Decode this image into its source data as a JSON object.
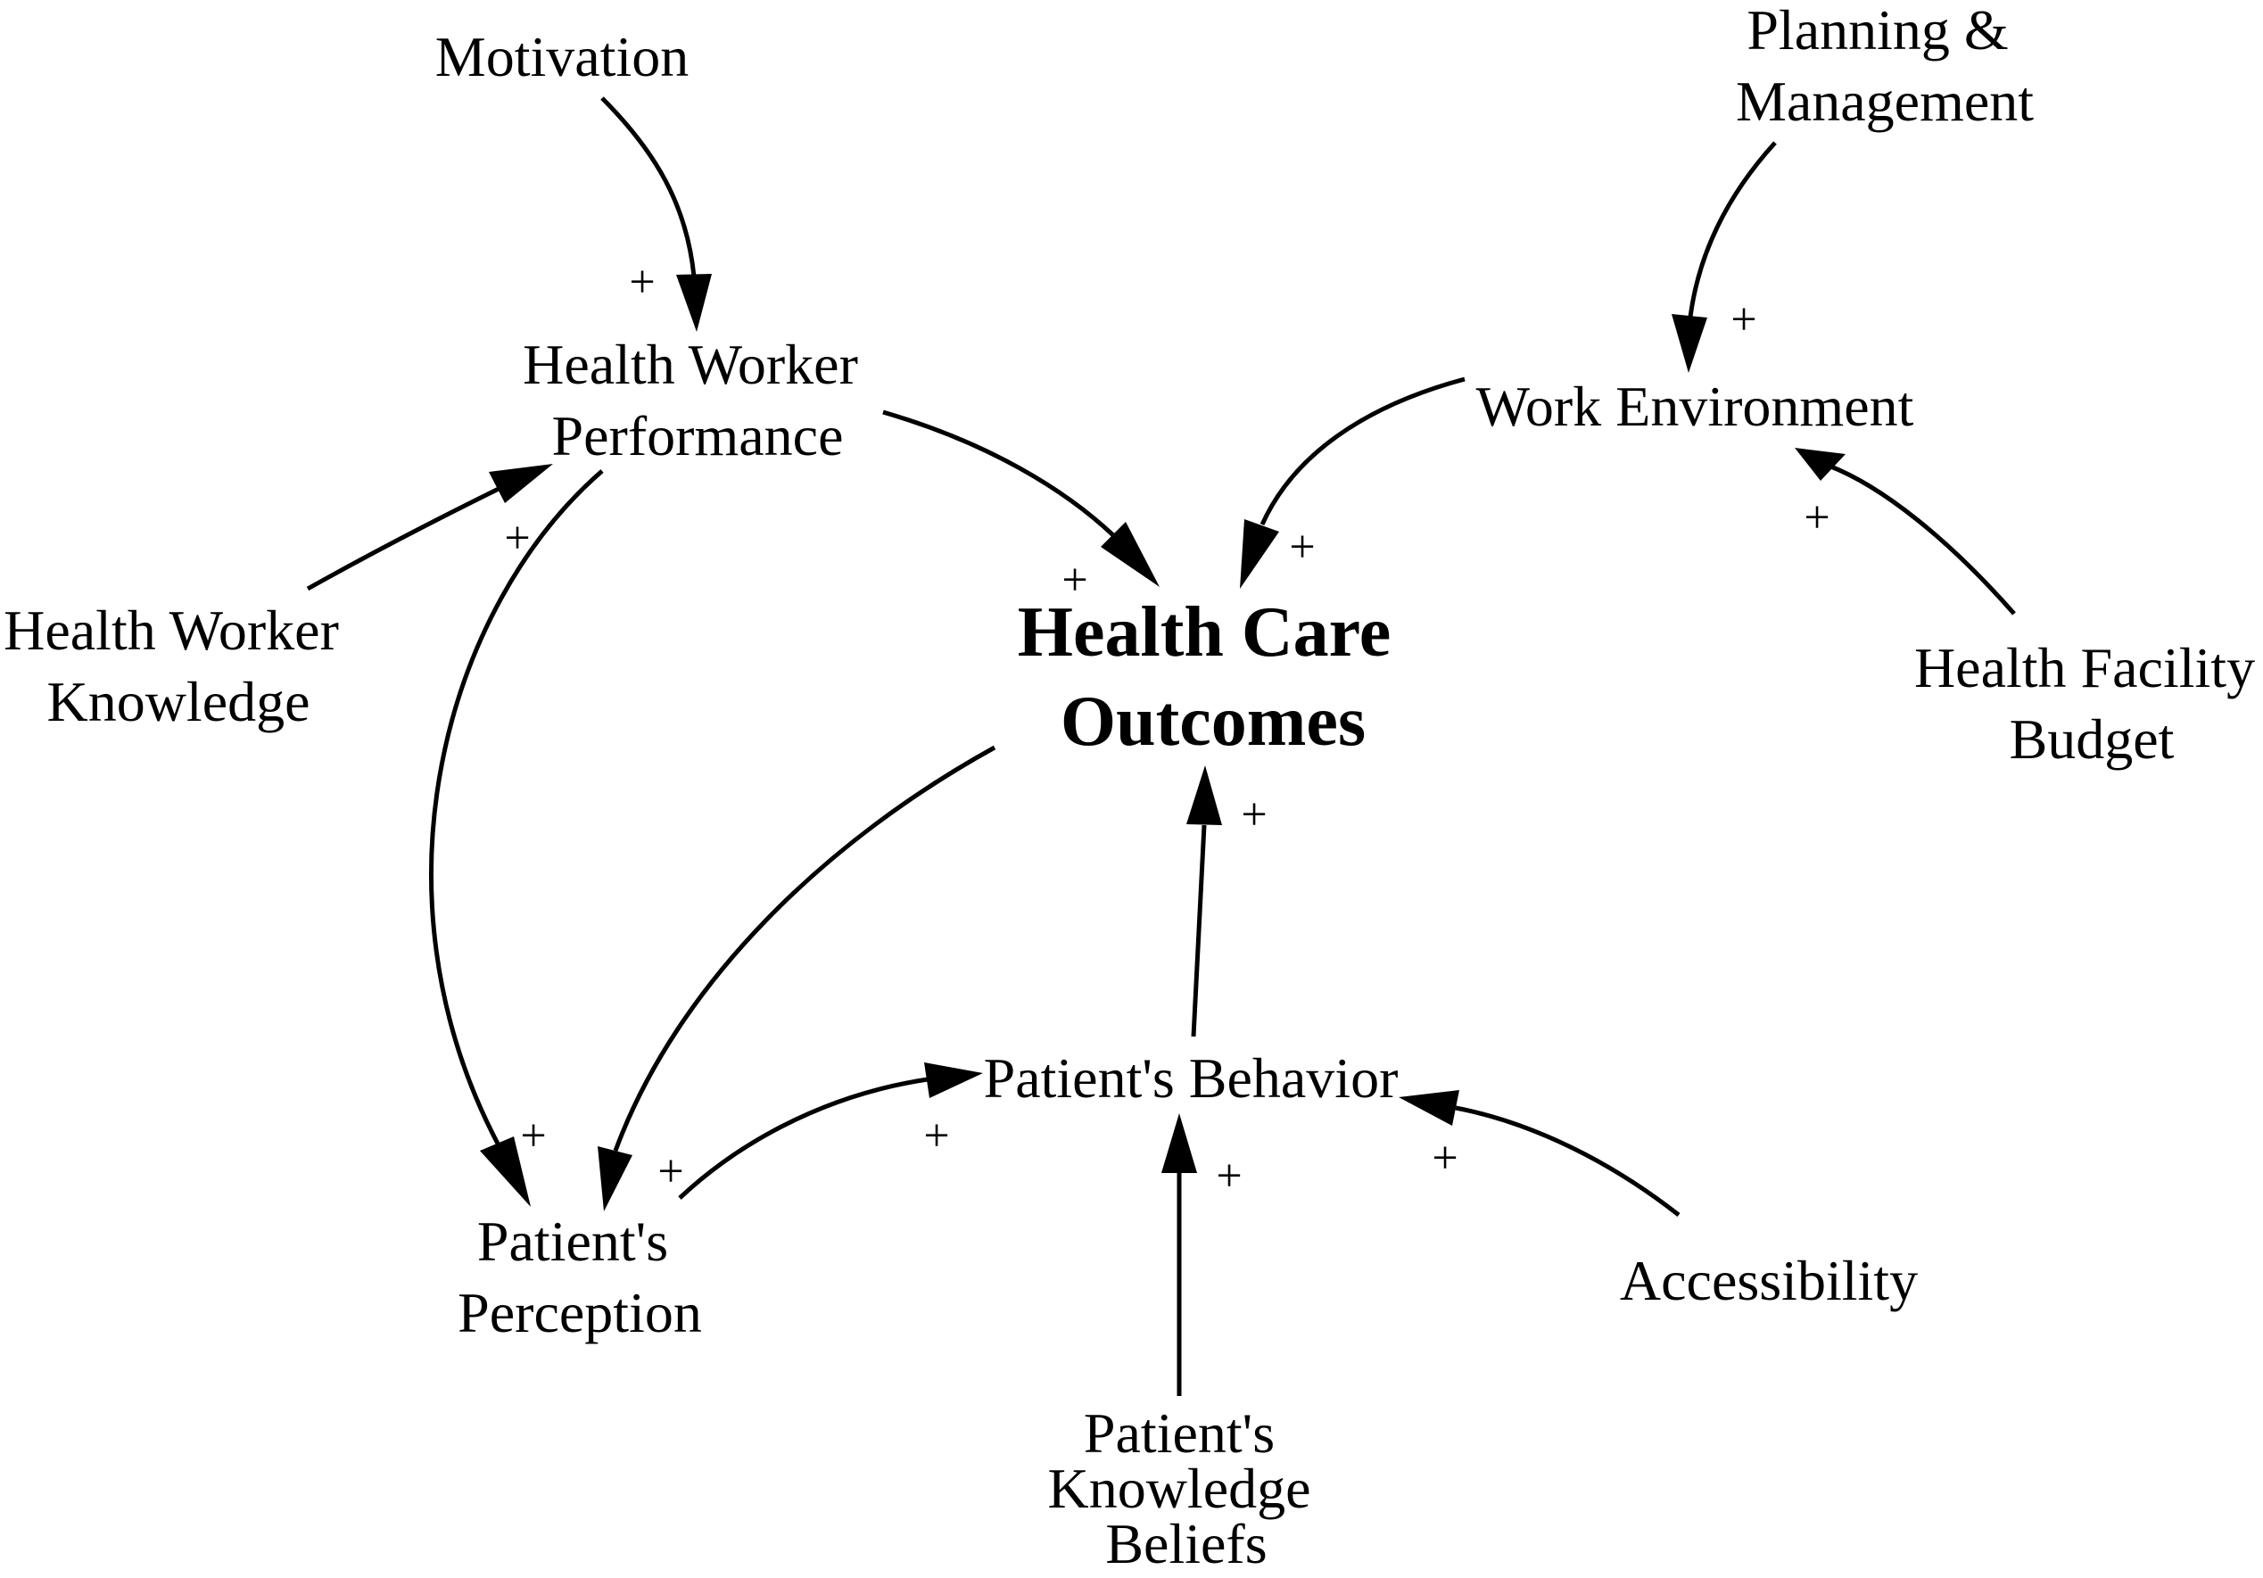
{
  "diagram": {
    "nodes": {
      "motivation": [
        "Motivation"
      ],
      "planning": [
        "Planning &",
        "Management"
      ],
      "hw_performance": [
        "Health Worker",
        "Performance"
      ],
      "work_env": [
        "Work Environment"
      ],
      "hw_knowledge": [
        "Health Worker",
        "Knowledge"
      ],
      "outcomes": [
        "Health Care",
        "Outcomes"
      ],
      "budget": [
        "Health Facility",
        "Budget"
      ],
      "behavior": [
        "Patient's Behavior"
      ],
      "perception": [
        "Patient's",
        "Perception"
      ],
      "accessibility": [
        "Accessibility"
      ],
      "pk_beliefs": [
        "Patient's",
        "Knowledge",
        "Beliefs"
      ]
    },
    "links": [
      {
        "from": "motivation",
        "to": "hw_performance",
        "polarity": "+"
      },
      {
        "from": "planning",
        "to": "work_env",
        "polarity": "+"
      },
      {
        "from": "hw_knowledge",
        "to": "hw_performance",
        "polarity": "+"
      },
      {
        "from": "hw_performance",
        "to": "outcomes",
        "polarity": "+"
      },
      {
        "from": "work_env",
        "to": "outcomes",
        "polarity": "+"
      },
      {
        "from": "budget",
        "to": "work_env",
        "polarity": "+"
      },
      {
        "from": "hw_performance",
        "to": "perception",
        "polarity": "+"
      },
      {
        "from": "outcomes",
        "to": "perception",
        "polarity": "+"
      },
      {
        "from": "behavior",
        "to": "outcomes",
        "polarity": "+"
      },
      {
        "from": "perception",
        "to": "behavior",
        "polarity": "+"
      },
      {
        "from": "pk_beliefs",
        "to": "behavior",
        "polarity": "+"
      },
      {
        "from": "accessibility",
        "to": "behavior",
        "polarity": "+"
      }
    ]
  }
}
